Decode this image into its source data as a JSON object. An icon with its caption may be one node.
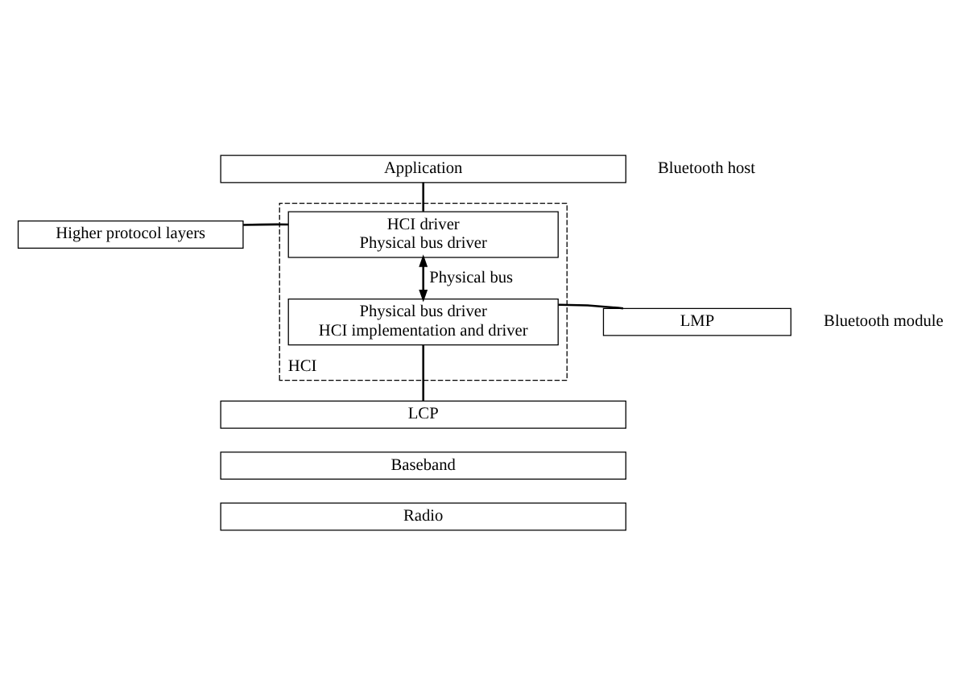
{
  "diagram": {
    "nodes": [
      {
        "text": [
          "Application"
        ]
      },
      {
        "text": [
          "Higher protocol layers"
        ]
      },
      {
        "text": [
          "HCI"
        ]
      },
      {
        "text": [
          "HCI driver",
          "Physical bus driver"
        ],
        "in": 2
      },
      {
        "text": [
          "Physical bus driver",
          "HCI implementation and driver"
        ],
        "in": 2
      },
      {
        "text": [
          "LMP"
        ]
      },
      {
        "text": [
          "LCP"
        ]
      },
      {
        "text": [
          "Baseband"
        ]
      },
      {
        "text": [
          "Radio"
        ]
      }
    ],
    "edges": [
      {
        "from": 0,
        "to": 3,
        "arrow": "none"
      },
      {
        "from": 1,
        "to": 3,
        "arrow": "none"
      },
      {
        "from": 3,
        "to": 4,
        "arrow": "both",
        "label": "Physical bus"
      },
      {
        "from": 4,
        "to": 6,
        "arrow": "none"
      },
      {
        "from": 4,
        "to": 5,
        "arrow": "none"
      }
    ],
    "labels": [
      "Bluetooth host",
      "Bluetooth module"
    ]
  }
}
